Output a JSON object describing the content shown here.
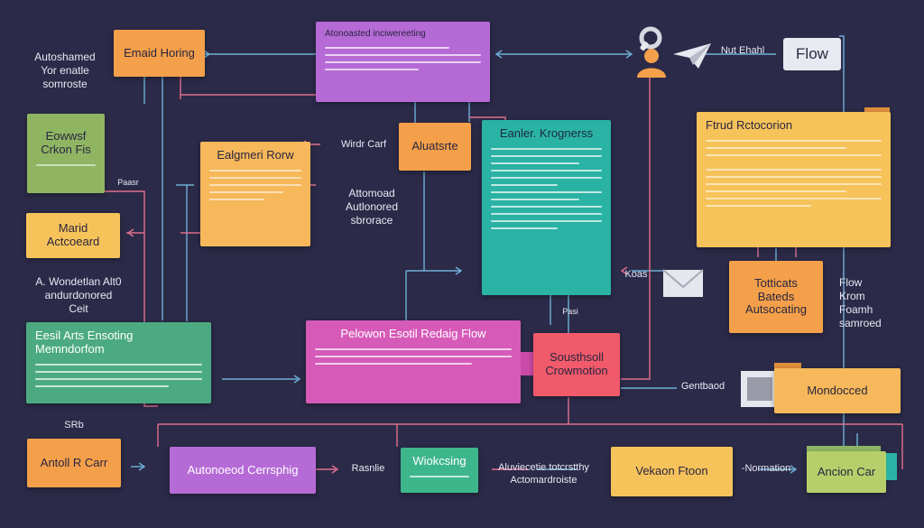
{
  "colors": {
    "background": "#2b2a48",
    "orange": "#f4a04a",
    "yellow": "#f6c35a",
    "purple": "#b56ad6",
    "teal": "#2ab3a4",
    "green": "#4caa82",
    "olive": "#8fb563",
    "pink": "#d65ab8",
    "coral": "#f05a6a",
    "wire_blue": "#6fb0d6",
    "wire_pink": "#e0708c"
  },
  "diagram": {
    "top_left_label": "Autoshamed\nYor enatle\nsomroste",
    "node_email_routing": "Emaid Horing",
    "node_center_top": "Atonoasted inciwereeting",
    "node_events": "Eowwsf\nCrkon Fis",
    "node_eslgmet": "Ealgmeri Rorw",
    "node_alutdsie": "Aluatsrte",
    "node_eanler": "Eanler. Krognerss",
    "node_right_panel": "Ftrud Rctocorion",
    "node_marid": "Marid Actcoeard",
    "node_totticats": "Totticats\nBateds\nAutsocating",
    "node_email_arts": "Eesil Arts Ensoting Memndorfom",
    "node_pelowen": "Pelowon Esotil Redaig Flow",
    "node_sousthsoll": "Sousthsoll\nCrowmotion",
    "node_monlocced": "Mondocced",
    "node_antoll": "Antoll R Carr",
    "node_autonoed": "Autonoeod Cerrsphig",
    "node_wiokcsing": "Wiokcsing",
    "node_vekion": "Vekaon Ftoon",
    "node_ancion": "Ancion Car",
    "label_wirdr": "Wirdr Carf",
    "label_automoad": "Attomoad\nAutlonored\nsbrorace",
    "label_paasr": "Paasr",
    "label_wonderlan": "A. Wondetlan Alt0\nandurdonored\nCeit",
    "label_koas": "Koas",
    "label_flow_stack": "Flow\nKrom\nFoamh\nsamroed",
    "label_nut": "Nut Ehahl",
    "label_flow": "Flow",
    "label_paisi": "Pasi",
    "label_gentbaod": "Gentbaod",
    "label_srb": "SRb",
    "label_rashlie": "Rasnlie",
    "label_autvece": "Aluviecetie totcrstthy\nActomardroiste",
    "label_normation": "-Normation"
  },
  "icon_names": [
    "search-icon",
    "person-icon",
    "paper-plane-icon",
    "envelope-icon",
    "folder-icon"
  ]
}
